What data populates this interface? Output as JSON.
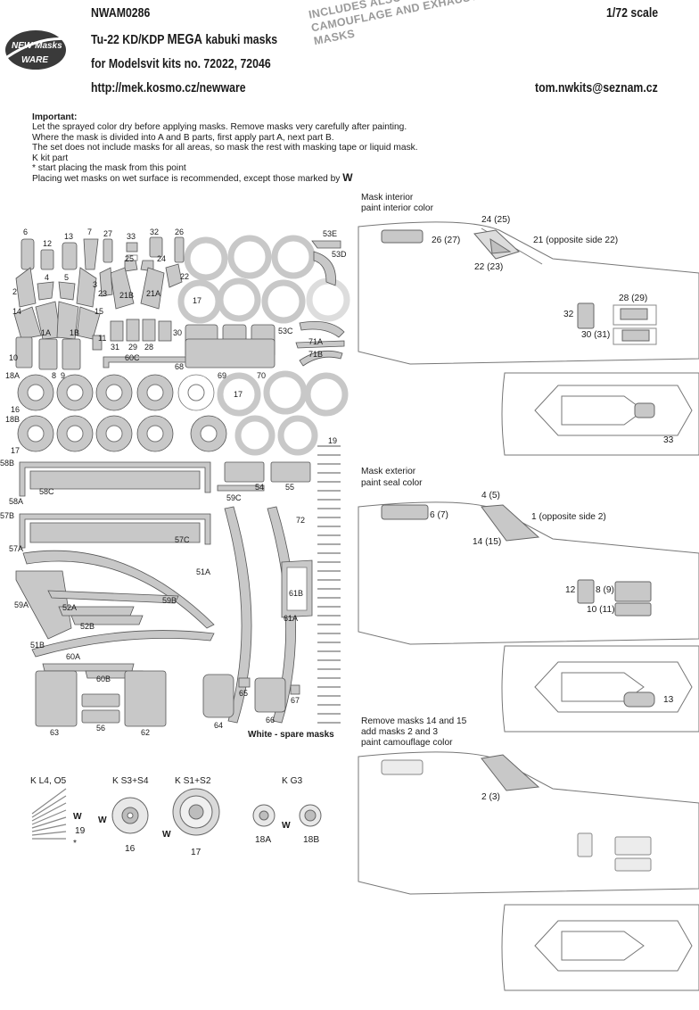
{
  "header": {
    "code": "NWAM0286",
    "scale": "1/72 scale",
    "title_prefix": "Tu-22 KD/KDP",
    "title_mega": "MEGA",
    "title_suffix": "kabuki masks",
    "kits": "for Modelsvit kits no. 72022, 72046",
    "url": "http://mek.kosmo.cz/newware",
    "email": "tom.nwkits@seznam.cz",
    "logo_line1": "NEW Masks",
    "logo_line2": "WARE",
    "stamp_line1": "INCLUDES ALSO WINDOWS INNER SIDE,",
    "stamp_line2": "CAMOUFLAGE AND EXHAUST NOZZLES",
    "stamp_line3": "MASKS"
  },
  "instructions": {
    "heading": "Important:",
    "line1": "Let the sprayed color dry before applying masks. Remove masks very carefully after painting.",
    "line2": "Where the mask is divided into A and B parts, first apply part A, next part B.",
    "line3": "The set does not include masks for all areas, so mask the rest with masking tape or liquid mask.",
    "line4": "K kit part",
    "line5": "*  start placing the mask from this point",
    "line6": "Placing wet masks on wet surface is recommended, except those marked by",
    "w_mark": "W"
  },
  "mask_sheet": {
    "labels": [
      "6",
      "12",
      "13",
      "7",
      "27",
      "33",
      "32",
      "26",
      "53E",
      "53D",
      "25",
      "24",
      "4",
      "5",
      "2",
      "3",
      "23",
      "21B",
      "21A",
      "22",
      "17",
      "14",
      "1A",
      "1B",
      "15",
      "11",
      "31",
      "29",
      "28",
      "30",
      "53C",
      "10",
      "8",
      "9",
      "60C",
      "68",
      "69",
      "70",
      "71A",
      "71B",
      "18A",
      "16",
      "17",
      "18B",
      "17",
      "19",
      "58B",
      "58C",
      "54",
      "55",
      "59C",
      "58A",
      "57B",
      "57C",
      "72",
      "57A",
      "51A",
      "61B",
      "59A",
      "52A",
      "59B",
      "52B",
      "61A",
      "51B",
      "60A",
      "60B",
      "65",
      "67",
      "66",
      "63",
      "56",
      "62",
      "64"
    ],
    "spare_note": "White - spare masks"
  },
  "detail": {
    "labels": [
      "K L4, O5",
      "K S3+S4",
      "K S1+S2",
      "K G3",
      "W",
      "19",
      "*",
      "W",
      "16",
      "W",
      "17",
      "18A",
      "W",
      "18B"
    ]
  },
  "figures": {
    "fig1_caption_1": "Mask interior",
    "fig1_caption_2": "paint interior color",
    "fig1_labels": [
      "24 (25)",
      "26 (27)",
      "21 (opposite side 22)",
      "22 (23)",
      "28 (29)",
      "32",
      "30 (31)"
    ],
    "fig2_label": "33",
    "fig3_caption_1": "Mask exterior",
    "fig3_caption_2": "paint seal color",
    "fig3_labels": [
      "4 (5)",
      "6 (7)",
      "1 (opposite side 2)",
      "14 (15)",
      "12",
      "8 (9)",
      "10 (11)"
    ],
    "fig4_label": "13",
    "fig5_caption_1": "Remove masks 14 and 15",
    "fig5_caption_2": "add masks 2 and 3",
    "fig5_caption_3": "paint camouflage color",
    "fig5_label": "2 (3)"
  },
  "colors": {
    "mask_fill": "#c8c8c8",
    "outline": "#555555",
    "stamp": "#9a9a9a"
  }
}
